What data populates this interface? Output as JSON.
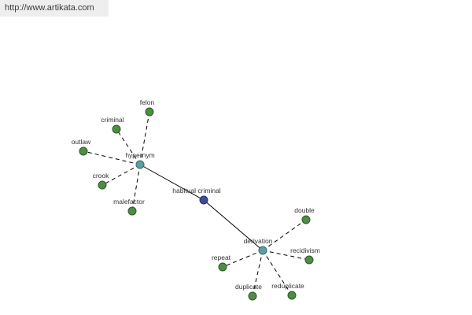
{
  "watermark": {
    "url_text": "http://www.artikata.com"
  },
  "graph": {
    "root": {
      "label": "habitual criminal"
    },
    "relations": [
      {
        "key": "hypernym",
        "label": "hypernym",
        "leaves": [
          "felon",
          "criminal",
          "outlaw",
          "crook",
          "malefactor"
        ]
      },
      {
        "key": "derivation",
        "label": "derivation",
        "leaves": [
          "double",
          "recidivism",
          "reduplicate",
          "duplicate",
          "repeat"
        ]
      }
    ],
    "colors": {
      "leaf": "#4f8c44",
      "relation": "#5f9ea0",
      "root": "#414c94",
      "edge": "#000000"
    }
  }
}
